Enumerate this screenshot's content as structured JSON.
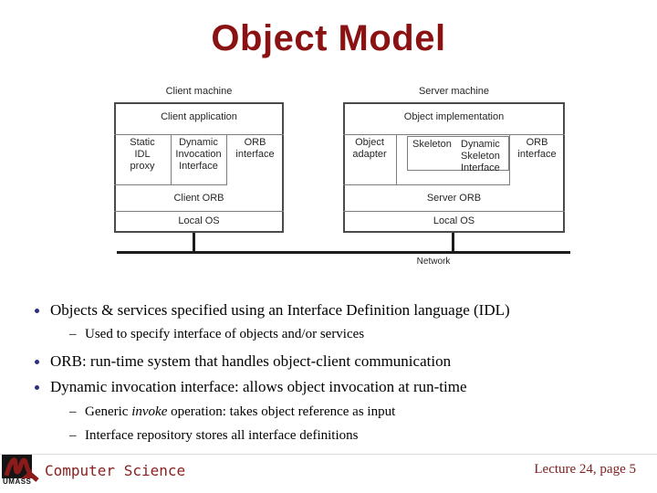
{
  "slide": {
    "title": "Object Model",
    "sub_marker": "–",
    "bullets": [
      {
        "level": 1,
        "text": "Objects & services specified using an Interface Definition language (IDL)"
      },
      {
        "level": 2,
        "text": "Used to specify interface of objects and/or services"
      },
      {
        "level": 1,
        "text": "ORB: run-time system that handles object-client communication"
      },
      {
        "level": 1,
        "text": "Dynamic invocation interface: allows object invocation at run-time"
      },
      {
        "level": 2,
        "prefix": "Generic ",
        "italic": "invoke",
        "suffix": " operation: takes object reference as input"
      },
      {
        "level": 2,
        "text": "Interface repository stores all interface definitions"
      }
    ],
    "footer": {
      "department": "Computer Science",
      "page_label": "Lecture 24, page 5",
      "logo_text": "UMASS"
    }
  },
  "diagram": {
    "network_label": "Network",
    "client": {
      "machine_label": "Client machine",
      "application": "Client application",
      "static_proxy": "Static\nIDL\nproxy",
      "dynamic_invocation": "Dynamic\nInvocation\nInterface",
      "orb_interface": "ORB\ninterface",
      "orb": "Client ORB",
      "os": "Local OS"
    },
    "server": {
      "machine_label": "Server machine",
      "implementation": "Object implementation",
      "object_adapter": "Object\nadapter",
      "skeleton": "Skeleton",
      "dynamic_skeleton": "Dynamic\nSkeleton\nInterface",
      "orb_interface": "ORB\ninterface",
      "orb": "Server ORB",
      "os": "Local OS"
    }
  },
  "colors": {
    "title_red": "#8B1212",
    "bullet_navy": "#2F2F7F",
    "footer_red": "#8B2020",
    "diagram_border": "#4B4B4B",
    "diagram_inner_line": "#7D7D7D",
    "network_line": "#1C1C1C"
  }
}
